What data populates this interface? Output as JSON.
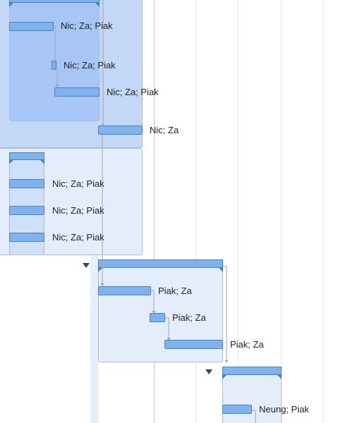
{
  "colors": {
    "bar_fill": "#7eb3f0",
    "bar_border": "#4d7fbf",
    "group_primary": "#aac8f5",
    "group_light": "#e3edfb",
    "connector": "#a5a5a5",
    "label_text": "#222222"
  },
  "tasks": {
    "t1": "Nic; Za; Piak",
    "t2": "Nic; Za; Piak",
    "t3": "Nic; Za; Piak",
    "t4": "Nic; Za",
    "t5": "Nic; Za; Piak",
    "t6": "Nic; Za; Piak",
    "t7": "Nic; Za; Piak",
    "t8": "Piak; Za",
    "t9": "Piak; Za",
    "t10": "Piak; Za",
    "t11": "Neung; Piak"
  },
  "icons": {
    "collapse_toggle": "triangle-down-icon"
  }
}
